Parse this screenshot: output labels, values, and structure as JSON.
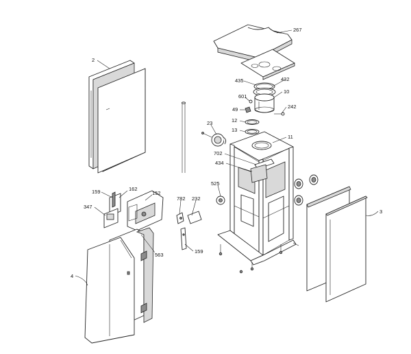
{
  "labels": {
    "n2": "2",
    "n267": "267",
    "n435": "435",
    "n432": "432",
    "n601": "601",
    "n10": "10",
    "n49": "49",
    "n242": "242",
    "n12": "12",
    "n13": "13",
    "n23": "23",
    "n11": "11",
    "n702": "702",
    "n434": "434",
    "n525": "525",
    "n159a": "159",
    "n162": "162",
    "n152": "152",
    "n347": "347",
    "n782": "782",
    "n232": "232",
    "n563": "563",
    "n159b": "159",
    "n4": "4",
    "n3": "3"
  },
  "colors": {
    "line": "#222222",
    "fill": "#ffffff",
    "shade": "#d9d9d9",
    "dark": "#8c8c8c"
  }
}
